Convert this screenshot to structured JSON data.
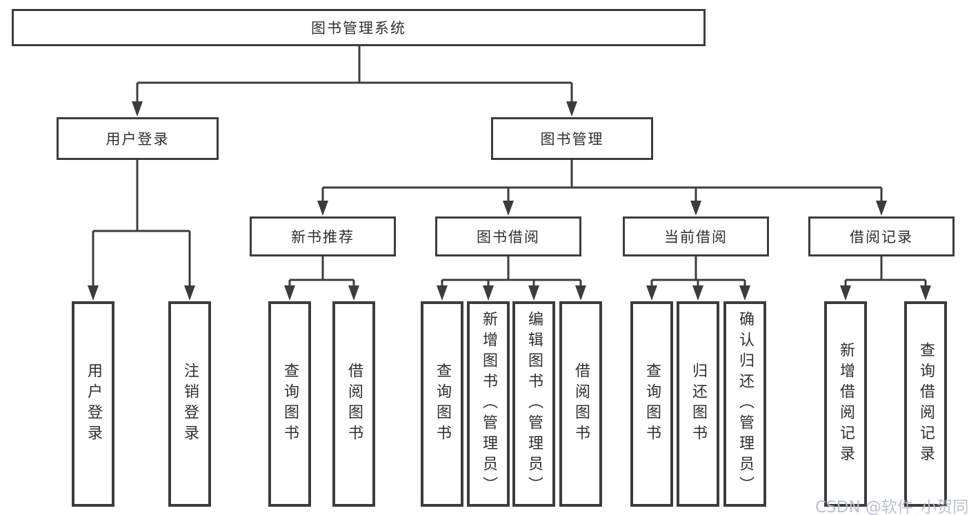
{
  "diagram_title": "图书管理系统",
  "tree": {
    "label": "图书管理系统",
    "children": [
      {
        "label": "用户登录",
        "children": [
          {
            "label": "用户登录"
          },
          {
            "label": "注销登录"
          }
        ]
      },
      {
        "label": "图书管理",
        "children": [
          {
            "label": "新书推荐",
            "children": [
              {
                "label": "查询图书"
              },
              {
                "label": "借阅图书"
              }
            ]
          },
          {
            "label": "图书借阅",
            "children": [
              {
                "label": "查询图书"
              },
              {
                "label": "新增图书（管理员）"
              },
              {
                "label": "编辑图书（管理员）"
              },
              {
                "label": "借阅图书"
              }
            ]
          },
          {
            "label": "当前借阅",
            "children": [
              {
                "label": "查询图书"
              },
              {
                "label": "归还图书"
              },
              {
                "label": "确认归还（管理员）"
              }
            ]
          },
          {
            "label": "借阅记录",
            "children": [
              {
                "label": "新增借阅记录"
              },
              {
                "label": "查询借阅记录"
              }
            ]
          }
        ]
      }
    ]
  },
  "watermark": {
    "text": "CSDN @软件_小贺同学"
  },
  "colors": {
    "line": "#3c3c3c",
    "box_border": "#3c3c3c",
    "text": "#2f2f2f",
    "background": "#ffffff",
    "watermark": "#b8bdc5"
  }
}
